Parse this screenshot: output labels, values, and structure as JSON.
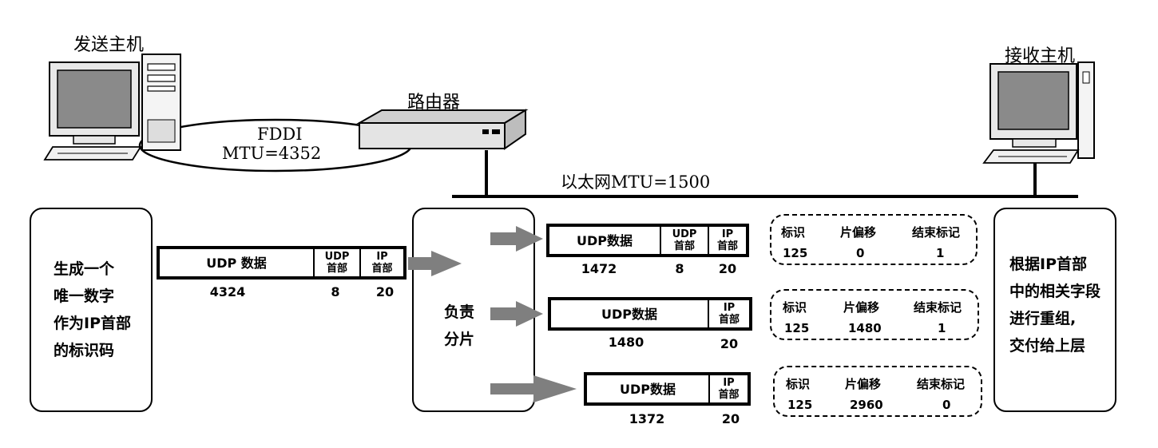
{
  "hosts": {
    "sender": "发送主机",
    "router": "路由器",
    "receiver": "接收主机"
  },
  "links": {
    "fddi_name": "FDDI",
    "fddi_mtu": "MTU=4352",
    "ethernet": "以太网MTU=1500"
  },
  "left_box": [
    "生成一个",
    "唯一数字",
    "作为IP首部",
    "的标识码"
  ],
  "middle_box": [
    "负责",
    "分片"
  ],
  "right_box": [
    "根据IP首部",
    "中的相关字段",
    "进行重组,",
    "交付给上层"
  ],
  "original_packet": {
    "data_label": "UDP 数据",
    "udp_header": [
      "UDP",
      "首部"
    ],
    "ip_header": [
      "IP",
      "首部"
    ],
    "data_len": "4324",
    "udp_len": "8",
    "ip_len": "20"
  },
  "fragments": [
    {
      "data_label": "UDP数据",
      "udp_header": [
        "UDP",
        "首部"
      ],
      "ip_header": [
        "IP",
        "首部"
      ],
      "data_len": "1472",
      "udp_len": "8",
      "ip_len": "20",
      "headers": [
        "标识",
        "片偏移",
        "结束标记"
      ],
      "values": [
        "125",
        "0",
        "1"
      ]
    },
    {
      "data_label": "UDP数据",
      "ip_header": [
        "IP",
        "首部"
      ],
      "data_len": "1480",
      "ip_len": "20",
      "headers": [
        "标识",
        "片偏移",
        "结束标记"
      ],
      "values": [
        "125",
        "1480",
        "1"
      ]
    },
    {
      "data_label": "UDP数据",
      "ip_header": [
        "IP",
        "首部"
      ],
      "data_len": "1372",
      "ip_len": "20",
      "headers": [
        "标识",
        "片偏移",
        "结束标记"
      ],
      "values": [
        "125",
        "2960",
        "0"
      ]
    }
  ]
}
